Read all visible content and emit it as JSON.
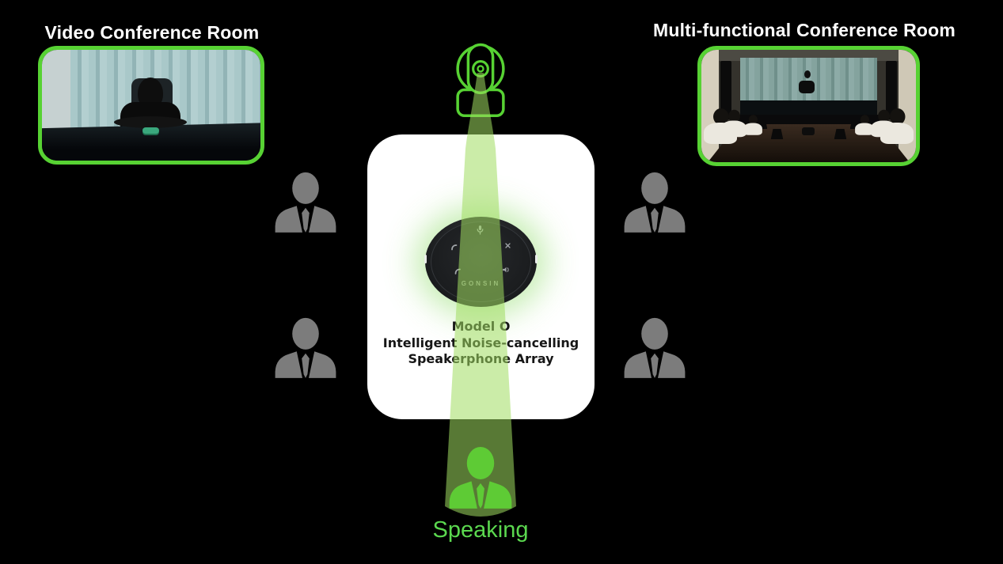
{
  "rooms": {
    "left_title": "Video Conference Room",
    "right_title": "Multi-functional Conference Room"
  },
  "device": {
    "brand": "GONSIN",
    "label_lines": [
      "Model O",
      "Intelligent Noise-cancelling",
      "Speakerphone Array"
    ],
    "buttons": [
      "microphone",
      "phone",
      "mute",
      "phone-call",
      "volume"
    ]
  },
  "status": {
    "speaking": "Speaking"
  },
  "colors": {
    "background": "#000000",
    "accent_green": "#57d233",
    "beam_green": "rgba(160,221,96,0.55)",
    "speaking_text": "#5bd84f",
    "attendee_gray": "#7c7c7c",
    "speaker_green": "#5ecb35",
    "card_white": "#ffffff"
  }
}
